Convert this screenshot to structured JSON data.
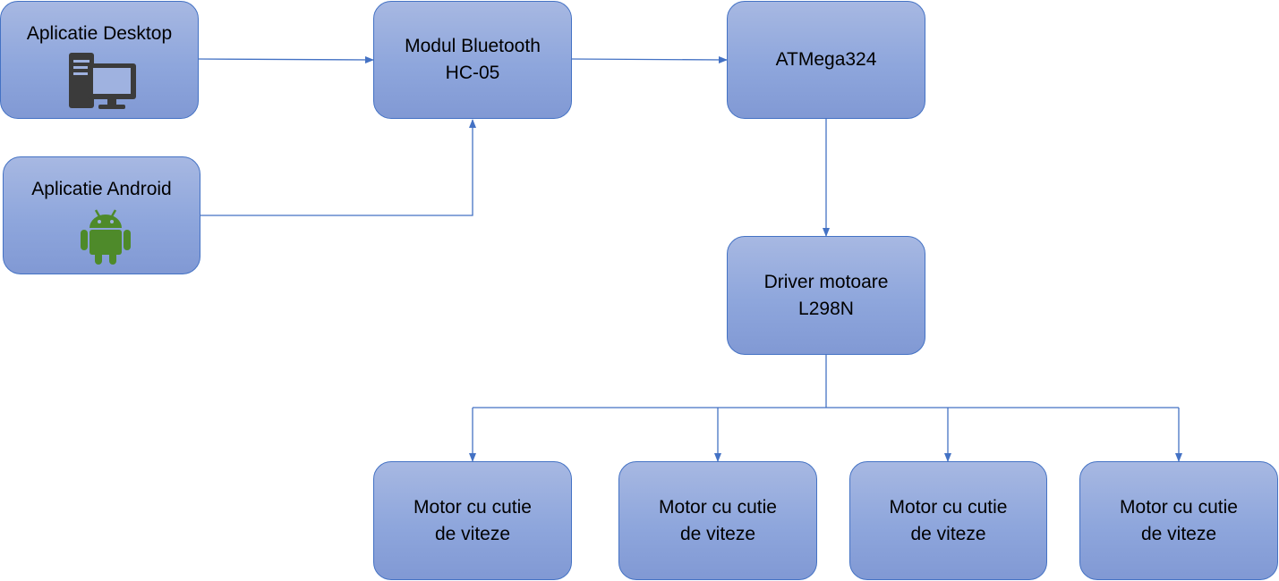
{
  "nodes": {
    "desktop": {
      "label": "Aplicatie Desktop",
      "icon": "desktop-computer-icon"
    },
    "android": {
      "label": "Aplicatie Android",
      "icon": "android-icon"
    },
    "bluetooth": {
      "line1": "Modul Bluetooth",
      "line2": "HC-05"
    },
    "mcu": {
      "label": "ATMega324"
    },
    "driver": {
      "line1": "Driver motoare",
      "line2": "L298N"
    },
    "motors": [
      {
        "line1": "Motor cu cutie",
        "line2": "de viteze"
      },
      {
        "line1": "Motor cu cutie",
        "line2": "de viteze"
      },
      {
        "line1": "Motor cu cutie",
        "line2": "de viteze"
      },
      {
        "line1": "Motor cu cutie",
        "line2": "de viteze"
      }
    ]
  },
  "colors": {
    "box_border": "#4472c4",
    "connector": "#4472c4",
    "desktop_icon": "#3b3b3b",
    "android_icon": "#4e8a2a"
  }
}
